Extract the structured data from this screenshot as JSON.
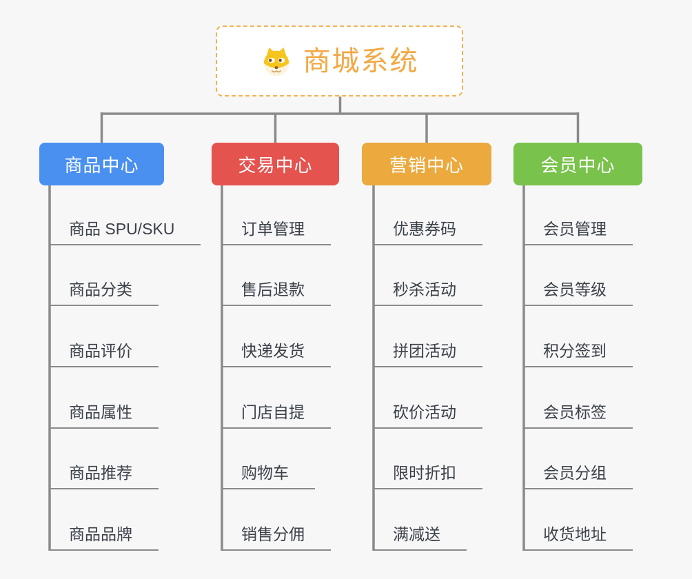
{
  "page": {
    "background": "#f7f7f8"
  },
  "connector_color": "#8a8a8a",
  "root": {
    "title": "商城系统",
    "icon": "doge-icon",
    "title_color": "#f2a843",
    "border_color": "#f3b14e",
    "background": "#ffffff"
  },
  "branches": [
    {
      "label": "商品中心",
      "color": "#4a90f0",
      "items": [
        "商品 SPU/SKU",
        "商品分类",
        "商品评价",
        "商品属性",
        "商品推荐",
        "商品品牌"
      ]
    },
    {
      "label": "交易中心",
      "color": "#e5534f",
      "items": [
        "订单管理",
        "售后退款",
        "快递发货",
        "门店自提",
        "购物车",
        "销售分佣"
      ]
    },
    {
      "label": "营销中心",
      "color": "#eba93e",
      "items": [
        "优惠券码",
        "秒杀活动",
        "拼团活动",
        "砍价活动",
        "限时折扣",
        "满减送"
      ]
    },
    {
      "label": "会员中心",
      "color": "#79c24b",
      "items": [
        "会员管理",
        "会员等级",
        "积分签到",
        "会员标签",
        "会员分组",
        "收货地址"
      ]
    }
  ]
}
